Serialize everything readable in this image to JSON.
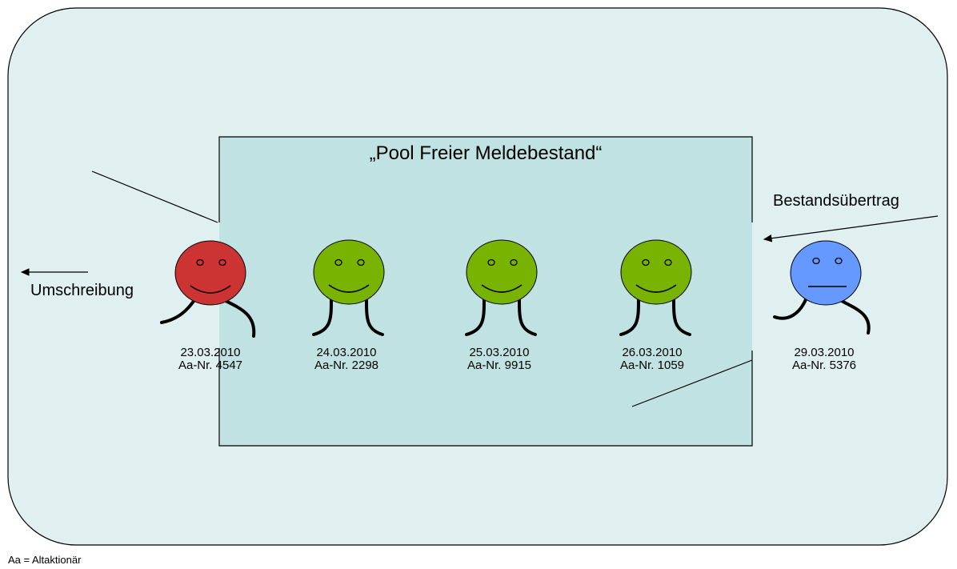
{
  "pool": {
    "title": "„Pool Freier Meldebestand“"
  },
  "arrows": {
    "left_label": "Umschreibung",
    "right_label": "Bestandsübertrag"
  },
  "figures": [
    {
      "id": "red",
      "date": "23.03.2010",
      "nr": "Aa-Nr. 4547",
      "color": "#cc3333",
      "mood": "smile"
    },
    {
      "id": "green1",
      "date": "24.03.2010",
      "nr": "Aa-Nr. 2298",
      "color": "#77b300",
      "mood": "smile"
    },
    {
      "id": "green2",
      "date": "25.03.2010",
      "nr": "Aa-Nr. 9915",
      "color": "#77b300",
      "mood": "smile"
    },
    {
      "id": "green3",
      "date": "26.03.2010",
      "nr": "Aa-Nr. 1059",
      "color": "#77b300",
      "mood": "smile"
    },
    {
      "id": "blue",
      "date": "29.03.2010",
      "nr": "Aa-Nr. 5376",
      "color": "#6699ff",
      "mood": "neutral"
    }
  ],
  "legend": "Aa = Altaktionär",
  "colors": {
    "outer_fill": "#e0f0f0",
    "pool_fill": "#c0e2e2",
    "outline": "#000000"
  }
}
